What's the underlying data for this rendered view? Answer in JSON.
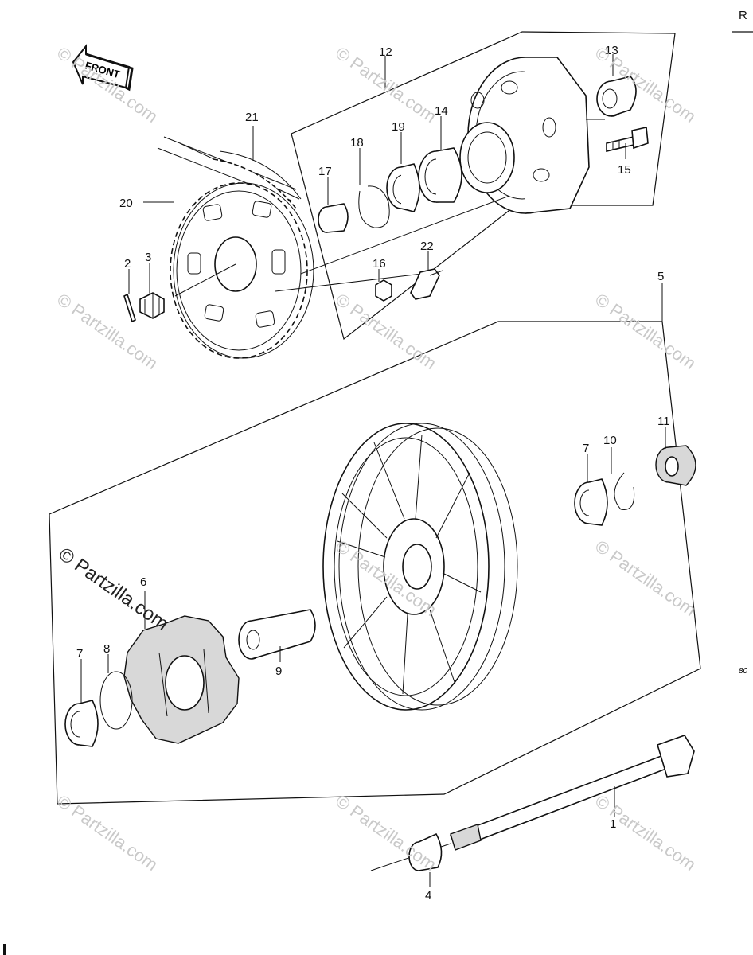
{
  "header": {
    "corner_letter": "R",
    "ref_code": "80"
  },
  "front_arrow": {
    "label": "FRONT"
  },
  "watermark": {
    "main": "© Partzilla.com",
    "faint": "© Partzilla.com"
  },
  "callouts": {
    "p1": "1",
    "p2": "2",
    "p3": "3",
    "p4": "4",
    "p5": "5",
    "p6": "6",
    "p7a": "7",
    "p7b": "7",
    "p8": "8",
    "p9": "9",
    "p10": "10",
    "p11": "11",
    "p12": "12",
    "p13": "13",
    "p14": "14",
    "p15": "15",
    "p16": "16",
    "p17": "17",
    "p18": "18",
    "p19": "19",
    "p20": "20",
    "p21": "21",
    "p22": "22"
  }
}
